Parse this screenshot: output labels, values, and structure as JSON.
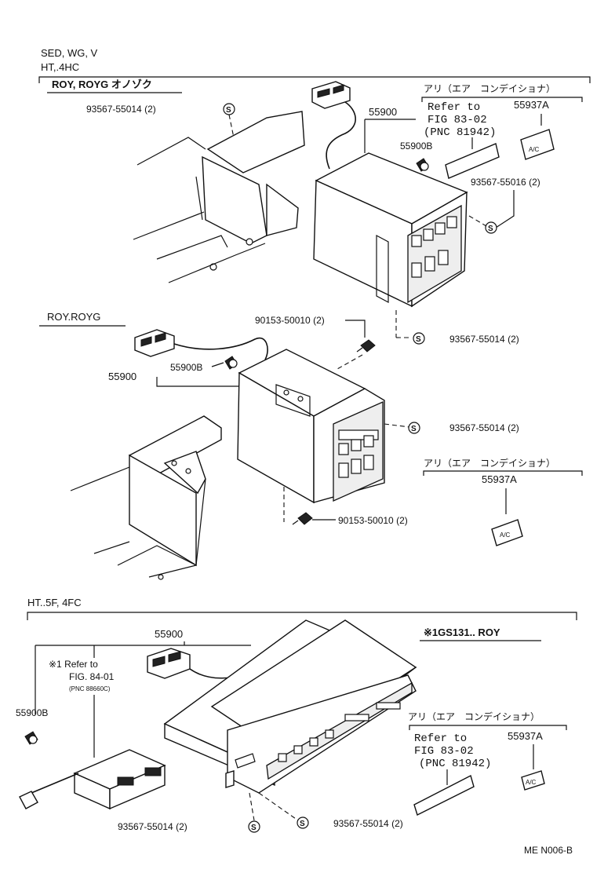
{
  "section1": {
    "header_line1": "SED, WG, V",
    "header_line2": "HT,.4HC",
    "variant": "ROY, ROYG オノゾク",
    "screw_top": "93567-55014 (2)",
    "part_main": "55900",
    "part_bulb": "55900B",
    "aircon_note": "アリ（エア　コンデイショナ）",
    "refer_line1": "Refer to",
    "refer_line2": "FIG 83-02",
    "refer_line3": "(PNC 81942)",
    "part_switch": "55937A",
    "screw_right": "93567-55016 (2)",
    "screw_bottom": "93567-55014 (2)",
    "switch_text": "A/C"
  },
  "section2": {
    "variant": "ROY.ROYG",
    "bolt_top": "90153-50010 (2)",
    "part_main": "55900",
    "part_bulb": "55900B",
    "screw_right": "93567-55014 (2)",
    "aircon_note": "アリ（エア　コンデイショナ）",
    "part_switch": "55937A",
    "bolt_bottom": "90153-50010 (2)",
    "switch_text": "A/C"
  },
  "section3": {
    "header": "HT..5F, 4FC",
    "variant": "※1GS131.. ROY",
    "part_main": "55900",
    "note_mark": "※1",
    "refer_line1": "Refer to",
    "refer_line2": "FIG. 84-01",
    "refer_line3": "(PNC 88660C)",
    "part_bulb": "55900B",
    "aircon_note": "アリ（エア　コンデイショナ）",
    "refer2_line1": "Refer to",
    "refer2_line2": "FIG 83-02",
    "refer2_line3": "(PNC 81942)",
    "part_switch": "55937A",
    "screw_left": "93567-55014 (2)",
    "screw_right": "93567-55014 (2)",
    "code": "ME  N006-B",
    "switch_text": "A/C"
  },
  "icons": [
    "screw-s-symbol",
    "connector-icon",
    "bulb-icon",
    "switch-icon"
  ]
}
